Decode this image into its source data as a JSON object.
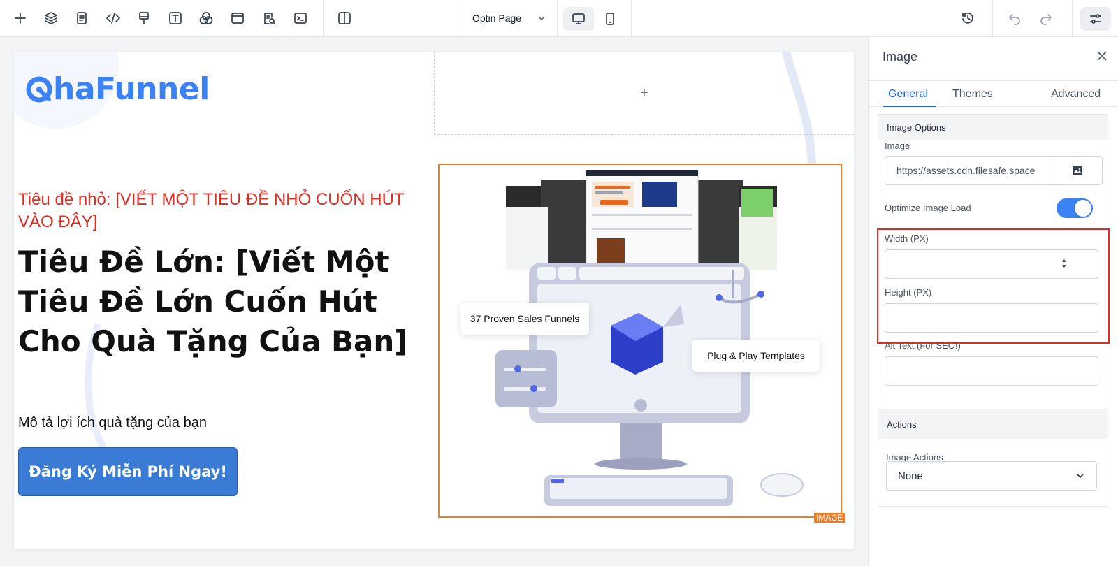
{
  "toolbar": {
    "page_selector": "Optin Page",
    "left_icons": [
      "add-icon",
      "layers-icon",
      "pages-icon",
      "code-icon",
      "brush-icon",
      "text-icon",
      "blend-icon",
      "layout-icon",
      "search-doc-icon",
      "terminal-icon",
      "split-view-icon"
    ],
    "device_icons": [
      "desktop-icon",
      "mobile-icon"
    ],
    "right_icons": [
      "history-icon",
      "undo-icon",
      "redo-icon",
      "settings-sliders-icon"
    ]
  },
  "canvas": {
    "logo_text": "haFunnel",
    "empty_slot_plus": "+",
    "subtitle": "Tiêu đề nhỏ: [VIẾT MỘT TIÊU ĐỀ NHỎ CUỐN HÚT VÀO ĐÂY]",
    "headline": "Tiêu Đề Lớn: [Viết Một Tiêu Đề Lớn Cuốn Hút Cho Quà Tặng Của Bạn]",
    "description": "Mô tả lợi ích quà tặng của bạn",
    "cta_label": "Đăng Ký Miễn Phí Ngay!",
    "image_tag": "IMAGE",
    "image_callouts": {
      "funnels": "37 Proven Sales Funnels",
      "templates": "Plug & Play Templates"
    }
  },
  "panel": {
    "title": "Image",
    "tabs": [
      {
        "label": "General",
        "active": true
      },
      {
        "label": "Themes",
        "active": false
      },
      {
        "label": "Advanced",
        "active": false
      }
    ],
    "image_options": {
      "section_title": "Image Options",
      "image_label": "Image",
      "image_url": "https://assets.cdn.filesafe.space",
      "optimize_label": "Optimize Image Load",
      "optimize_on": true,
      "width_label": "Width (PX)",
      "width_value": "",
      "height_label": "Height (PX)",
      "height_value": "",
      "alt_label": "Alt Text (For SEO!)",
      "alt_value": ""
    },
    "actions": {
      "section_title": "Actions",
      "image_actions_label": "Image Actions",
      "image_actions_value": "None"
    }
  },
  "colors": {
    "accent": "#2563eb",
    "brand_blue": "#3b82f6",
    "subtitle_red": "#e02b20",
    "selection_orange": "#f07b22",
    "cta_blue": "#3a7bd5"
  }
}
